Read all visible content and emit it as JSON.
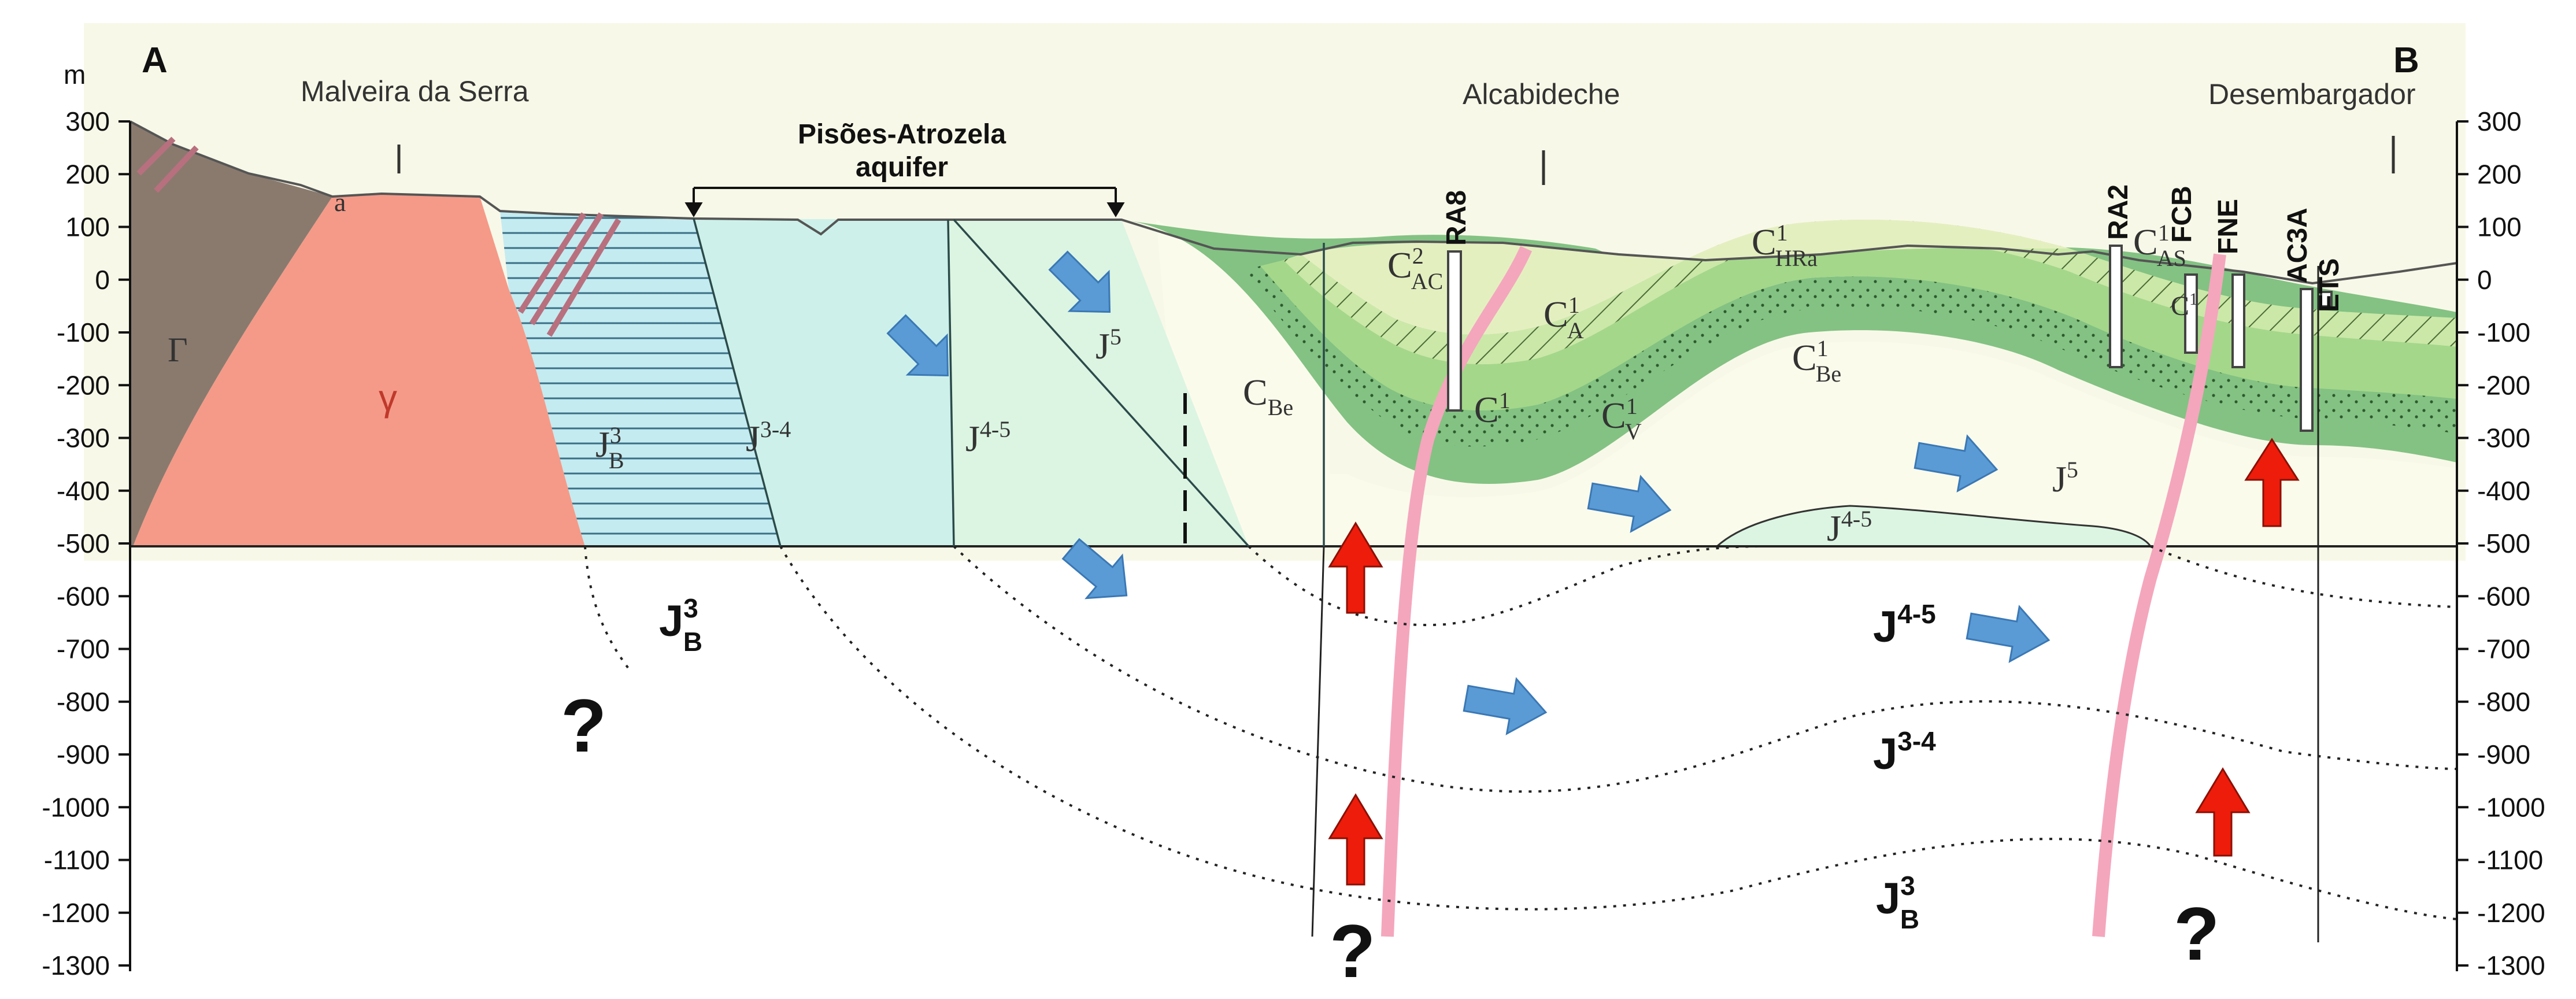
{
  "section": {
    "start_label": "A",
    "end_label": "B",
    "unit": "m",
    "places": [
      "Malveira da Serra",
      "Alcabideche",
      "Desembargador"
    ],
    "aquifer_label": [
      "Pisões-Atrozela",
      "aquifer"
    ],
    "wells": [
      "RA8",
      "RA2",
      "FCB",
      "FNE",
      "AC3A",
      "ETS"
    ],
    "left_axis_ticks": [
      "300",
      "200",
      "100",
      "0",
      "-100",
      "-200",
      "-300",
      "-400",
      "-500",
      "-600",
      "-700",
      "-800",
      "-900",
      "-1000",
      "-1100",
      "-1200",
      "-1300"
    ],
    "right_axis_ticks": [
      "300",
      "200",
      "100",
      "0",
      "-100",
      "-200",
      "-300",
      "-400",
      "-500",
      "-600",
      "-700",
      "-800",
      "-900",
      "-1000",
      "-1100",
      "-1200",
      "-1300"
    ],
    "unit_labels": {
      "gamma_upper": "Γ",
      "gamma": "γ",
      "a": "a",
      "J3B": {
        "base": "J",
        "sup": "3",
        "sub": "B"
      },
      "J34": {
        "base": "J",
        "sup": "3-4"
      },
      "J45": {
        "base": "J",
        "sup": "4-5"
      },
      "J5": {
        "base": "J",
        "sup": "5"
      },
      "CBe_left": {
        "base": "C",
        "sub": "Be"
      },
      "C2AC": {
        "base": "C",
        "sup": "2",
        "sub": "AC"
      },
      "C1A": {
        "base": "C",
        "sup": "1",
        "sub": "A"
      },
      "C1_lower": {
        "base": "C",
        "sup": "1"
      },
      "C1V": {
        "base": "C",
        "sup": "1",
        "sub": "V"
      },
      "C1HRa": {
        "base": "C",
        "sup": "1",
        "sub": "HRa"
      },
      "C1Be": {
        "base": "C",
        "sup": "1",
        "sub": "Be"
      },
      "C1AS": {
        "base": "C",
        "sup": "1",
        "sub": "AS"
      },
      "C1small": {
        "base": "C",
        "sup": "1"
      },
      "J5_right": {
        "base": "J",
        "sup": "5"
      },
      "J45_inset": {
        "base": "J",
        "sup": "4-5"
      }
    },
    "deep_labels": {
      "J3B_deep_left": {
        "base": "J",
        "sup": "3",
        "sub": "B"
      },
      "J45_deep": {
        "base": "J",
        "sup": "4-5"
      },
      "J34_deep": {
        "base": "J",
        "sup": "3-4"
      },
      "J3B_deep": {
        "base": "J",
        "sup": "3",
        "sub": "B"
      }
    },
    "question_mark": "?",
    "colors": {
      "background_paper": "#f8f8e8",
      "gabbro": "#8a7a6e",
      "granite": "#f59a88",
      "j3b": "#c4ebf0",
      "j34": "#cdf1ea",
      "j45": "#dcf5e2",
      "j5": "#fbfbec",
      "cretaceous_dark": "#83c283",
      "cretaceous_mid": "#a4d78a",
      "cretaceous_light": "#cbe8a8",
      "cretaceous_upper": "#e4efc0",
      "flow_arrow": "#5b9bd5",
      "upflow_arrow": "#ee1c0a",
      "dyke": "#f4a6bd"
    }
  }
}
